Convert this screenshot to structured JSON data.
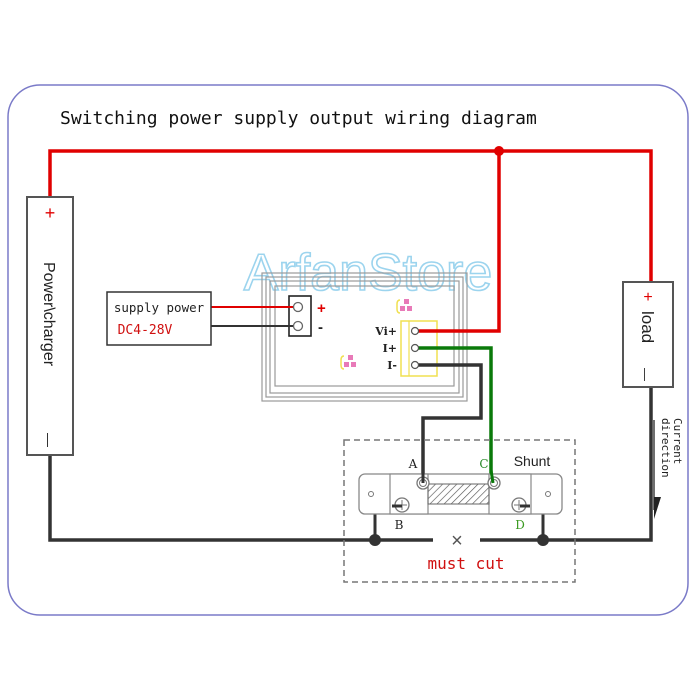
{
  "title": "Switching power supply output wiring diagram",
  "watermark": "ArfanStore",
  "power_charger": {
    "label": "Power\\charger",
    "plus": "+",
    "minus": "—"
  },
  "supply_power": {
    "label": "supply power",
    "voltage": "DC4-28V",
    "plus": "+",
    "minus": "-"
  },
  "meter": {
    "terminals": [
      "Vi+",
      "I+",
      "I-"
    ]
  },
  "load": {
    "label": "load",
    "plus": "+",
    "minus": "—"
  },
  "current_direction": {
    "line1": "Current",
    "line2": "direction"
  },
  "shunt": {
    "label": "Shunt",
    "terminals": {
      "a": "A",
      "b": "B",
      "c": "C",
      "d": "D"
    },
    "cut_mark": "×",
    "cut_label": "must cut"
  },
  "colors": {
    "positive_wire": "#e00000",
    "sense_wire": "#0a7a0a",
    "negative_wire": "#333333",
    "frame": "#7a7ac8",
    "warning_text": "#d01010",
    "terminal_d_label": "#3a9a20",
    "terminal_c_label": "#2a8a2a",
    "watermark": "#9cd4ee",
    "connector_outline": "#f0e050",
    "pad": "#e87ab8"
  }
}
